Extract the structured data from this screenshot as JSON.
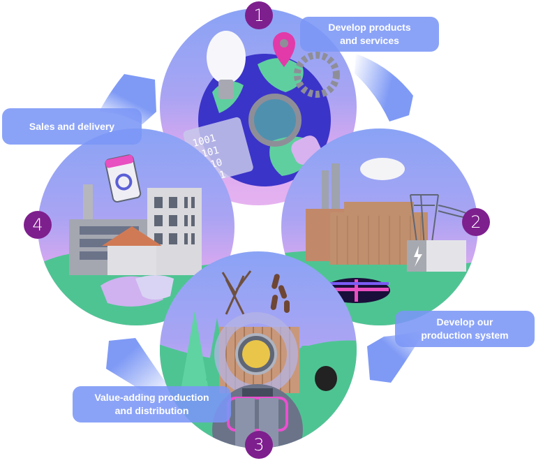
{
  "diagram": {
    "type": "cycle",
    "steps": [
      {
        "number": "1",
        "label": "Develop products\nand services",
        "line1": "Develop products",
        "line2": "and services",
        "illustration": "globe-with-lightbulb-gear-magnifier-binary"
      },
      {
        "number": "2",
        "label": "Develop our\nproduction system",
        "line1": "Develop our",
        "line2": "production system",
        "illustration": "power-plant-with-pylon-and-substation"
      },
      {
        "number": "3",
        "label": "Value-adding production\nand distribution",
        "line1": "Value-adding production",
        "line2": "and distribution",
        "illustration": "recycling-biomass-and-district-heating"
      },
      {
        "number": "4",
        "label": "Sales and delivery",
        "line1": "Sales and delivery",
        "illustration": "buildings-phone-and-handshake"
      }
    ],
    "colors": {
      "badge": "#7e1f8e",
      "label_bg": "#7b96f6",
      "arrow": "#7f9af5",
      "sky_top": "#8aa3f5",
      "sky_bottom": "#e6b2f0",
      "ground": "#4fc493"
    }
  }
}
